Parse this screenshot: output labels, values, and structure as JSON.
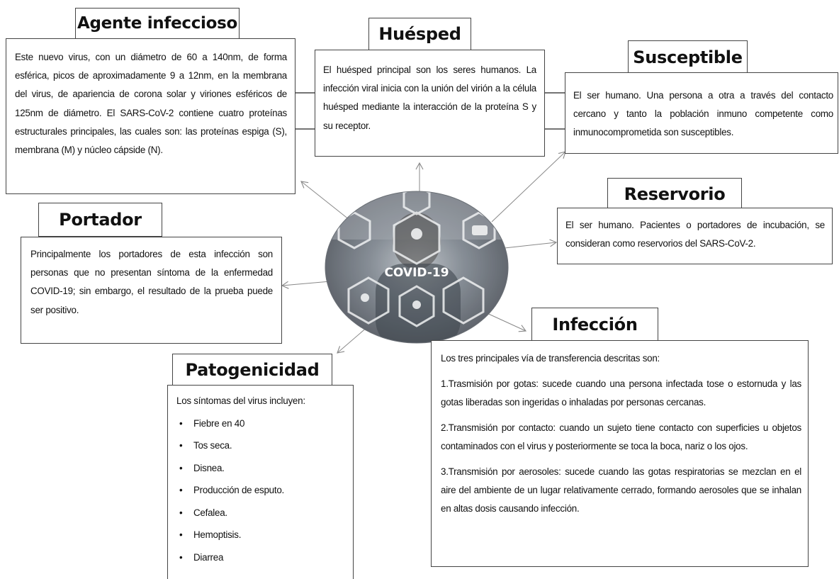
{
  "agente": {
    "title": "Agente infeccioso",
    "text": "Este nuevo virus, con un diámetro de 60 a 140nm, de forma esférica, picos de aproximadamente 9 a 12nm, en la membrana del virus, de apariencia de corona solar y viriones esféricos de 125nm de diámetro.  El SARS-CoV-2 contiene cuatro proteínas estructurales principales, las cuales son: las proteínas espiga (S), membrana (M) y núcleo cápside (N)."
  },
  "huesped": {
    "title": "Huésped",
    "text": "El huésped principal son los seres humanos. La infección viral inicia con la unión del virión a la célula huésped mediante la interacción de la proteína  S y su receptor."
  },
  "susceptible": {
    "title": "Susceptible",
    "text": "El ser humano. Una persona a otra a través del contacto cercano y tanto la población inmuno competente como inmunocomprometida son susceptibles."
  },
  "reservorio": {
    "title": "Reservorio",
    "text": "El ser humano. Pacientes o portadores de incubación, se consideran como reservorios del SARS-CoV-2."
  },
  "portador": {
    "title": "Portador",
    "text": "Principalmente los portadores de esta infección son personas que no presentan síntoma de la enfermedad COVID-19;  sin embargo, el resultado de la prueba puede ser positivo."
  },
  "infeccion": {
    "title": "Infección",
    "intro": "Los tres principales vía de transferencia descritas son:",
    "items": [
      "1.Trasmisión por gotas: sucede cuando una persona infectada tose o estornuda y las gotas liberadas son ingeridas o inhaladas por personas cercanas.",
      "2.Transmisión por contacto: cuando un sujeto tiene contacto con superficies u objetos contaminados con el virus y posteriormente  se toca la boca, nariz o los ojos.",
      "3.Transmisión por aerosoles: sucede cuando las gotas respiratorias se mezclan en el aire del ambiente de un lugar relativamente cerrado, formando aerosoles que se inhalan en altas dosis causando infección."
    ]
  },
  "patogenicidad": {
    "title": "Patogenicidad",
    "intro": "Los síntomas  del virus incluyen:",
    "items": [
      "Fiebre en 40",
      "Tos seca.",
      "Disnea.",
      "Producción de esputo.",
      "Cefalea.",
      "Hemoptisis.",
      "Diarrea"
    ]
  },
  "center": {
    "label": "COVID-19",
    "colors": {
      "dark": "#3a3f46",
      "mid": "#8b8f94",
      "light": "#cfd2d4",
      "accent": "#e8e9ea"
    }
  }
}
